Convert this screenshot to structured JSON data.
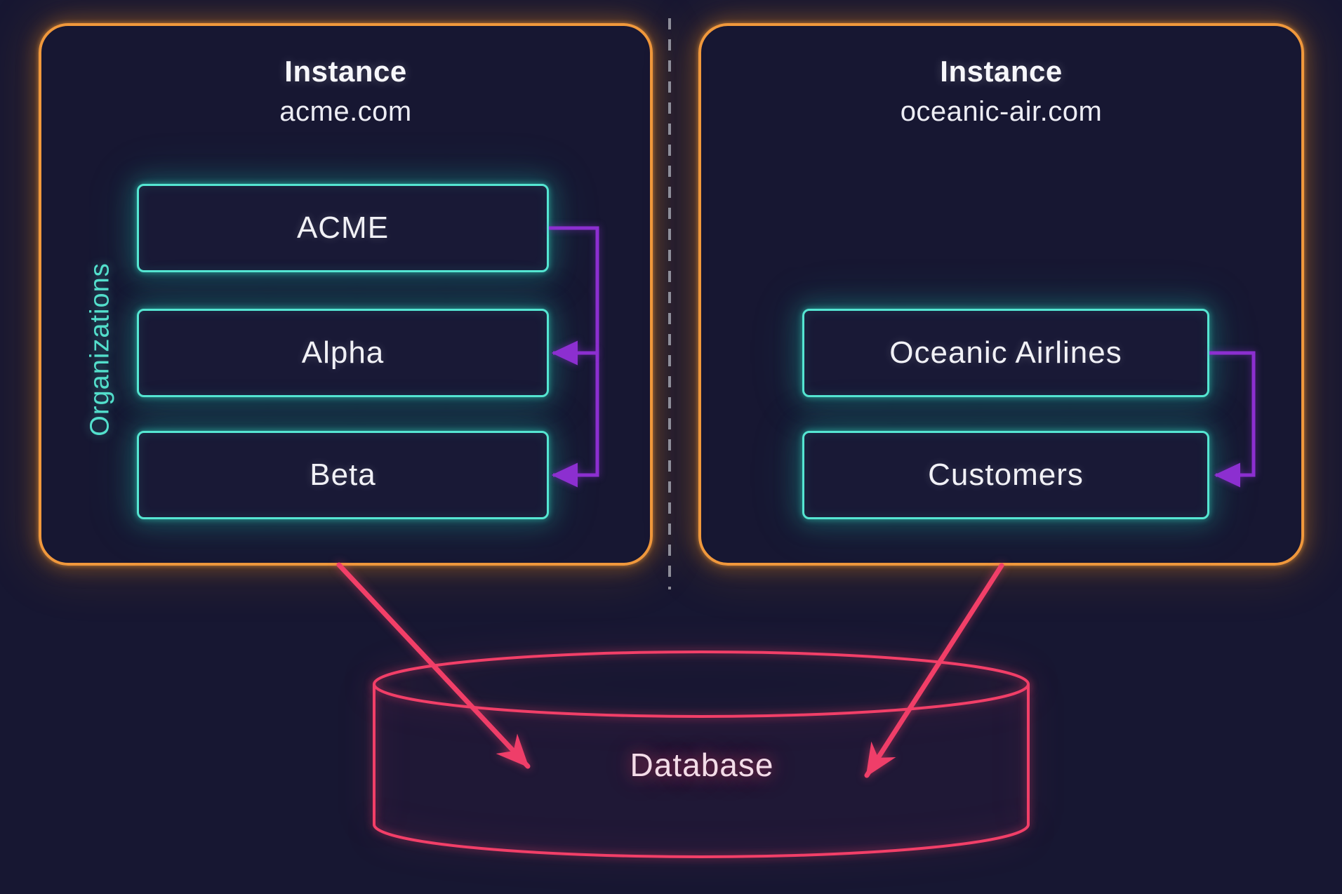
{
  "colors": {
    "background": "#171732",
    "instance_panel_border": "#f0983c",
    "organization_box_border": "#55e6d2",
    "connector_purple": "#8c2fd0",
    "database_pink": "#f23f68",
    "divider_gray": "#8e8e99",
    "heading_text": "#f7f7fb",
    "organizations_side_label": "#54e0cd"
  },
  "instances": [
    {
      "title": "Instance",
      "domain": "acme.com",
      "side_label": "Organizations",
      "organizations": [
        {
          "name": "ACME"
        },
        {
          "name": "Alpha"
        },
        {
          "name": "Beta"
        }
      ]
    },
    {
      "title": "Instance",
      "domain": "oceanic-air.com",
      "organizations": [
        {
          "name": "Oceanic Airlines"
        },
        {
          "name": "Customers"
        }
      ]
    }
  ],
  "database": {
    "label": "Database"
  }
}
